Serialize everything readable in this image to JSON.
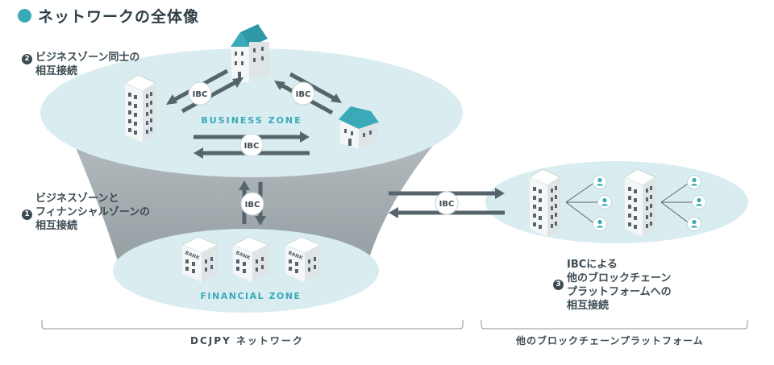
{
  "title": "ネットワークの全体像",
  "zones": {
    "business": "BUSINESS ZONE",
    "financial": "FINANCIAL ZONE"
  },
  "ibc_label": "IBC",
  "bank_label": "BANK",
  "notes": {
    "n1": {
      "num": "1",
      "lines": [
        "ビジネスゾーンと",
        "フィナンシャルゾーンの",
        "相互接続"
      ]
    },
    "n2": {
      "num": "2",
      "lines": [
        "ビジネスゾーン同士の",
        "相互接続"
      ]
    },
    "n3": {
      "num": "3",
      "lines": [
        "IBCによる",
        "他のブロックチェーン",
        "プラットフォームへの",
        "相互接続"
      ]
    }
  },
  "bottom": {
    "left": "DCJPY ネットワーク",
    "right": "他のブロックチェーンプラットフォーム"
  },
  "colors": {
    "accent": "#3aa9b8",
    "ellipse": "#d9edf0",
    "funnel": "#a9b1b4",
    "arrow": "#56656c",
    "building": "#f4f6f7"
  }
}
